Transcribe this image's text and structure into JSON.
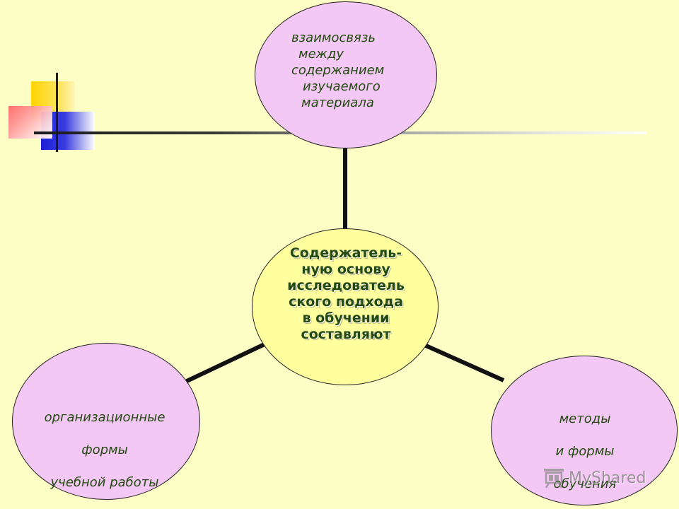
{
  "diagram": {
    "center": {
      "lines": [
        "Содержатель-",
        "ную основу",
        "исследователь",
        "ского подхода",
        "в обучении",
        "составляют"
      ]
    },
    "top": {
      "lines": [
        "взаимосвязь",
        "между",
        "содержанием",
        "изучаемого",
        "материала"
      ]
    },
    "left": {
      "lines": [
        "организационные",
        "формы",
        "учебной работы"
      ]
    },
    "right": {
      "lines": [
        "методы",
        "и формы",
        "обучения"
      ]
    }
  },
  "watermark": {
    "text": "MyShared",
    "icon": "projector-icon"
  },
  "colors": {
    "background": "#fdfdc6",
    "satellite_fill": "#f4c8f4",
    "center_fill": "#ffff9e",
    "text": "#234a10",
    "connector": "#111111"
  }
}
